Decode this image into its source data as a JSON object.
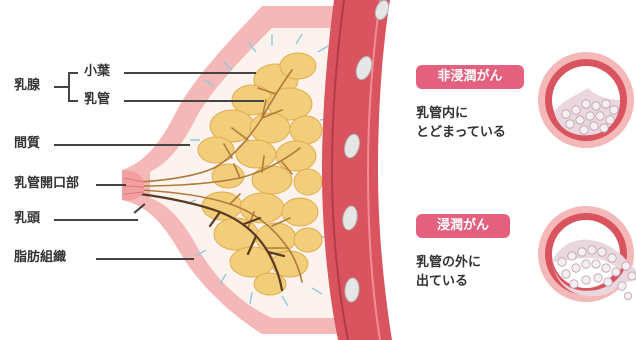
{
  "labels": {
    "mammary_gland": "乳腺",
    "lobule": "小葉",
    "duct": "乳管",
    "stroma": "間質",
    "duct_opening": "乳管開口部",
    "nipple": "乳頭",
    "fat_tissue": "脂肪組織"
  },
  "cancer_types": [
    {
      "badge": "非浸潤がん",
      "line1": "乳管内に",
      "line2": "とどまっている"
    },
    {
      "badge": "浸潤がん",
      "line1": "乳管の外に",
      "line2": "出ている"
    }
  ],
  "colors": {
    "accent_pink": "#e3617f",
    "skin": "#f4b8b8",
    "gland": "#f2cd7a",
    "muscle": "#d9545f"
  }
}
